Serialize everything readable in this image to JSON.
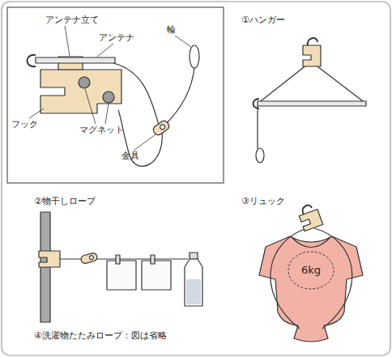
{
  "diagram": {
    "nodes": [
      {
        "text": [
          "6kg"
        ]
      }
    ],
    "labels": [
      "アンテナ立て",
      "アンテナ",
      "輪",
      "フック",
      "マグネット",
      "金具",
      "①ハンガー",
      "②物干しロープ",
      "③リュック",
      "④洗濯物たたみロープ：図は省略"
    ]
  }
}
